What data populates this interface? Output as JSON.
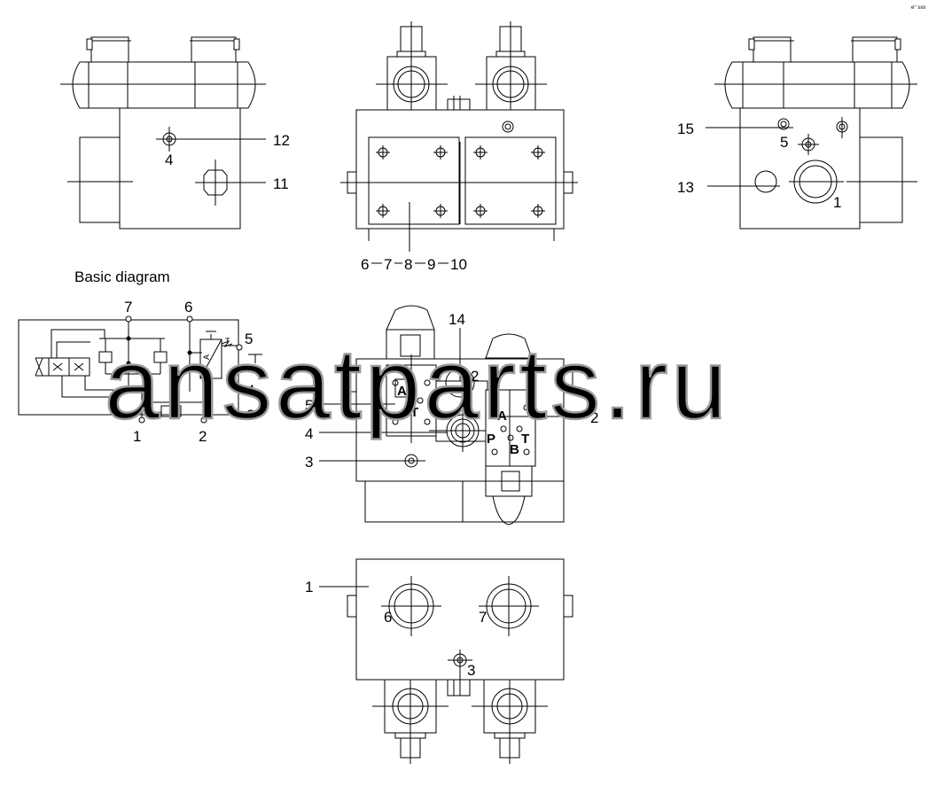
{
  "diagram": {
    "heading": "Basic diagram",
    "watermark": "ansatparts.ru",
    "corner_mark": "e° sxx",
    "views": {
      "top_left": {
        "labels": [
          "12",
          "4",
          "11"
        ]
      },
      "top_center": {
        "labels": [
          "6",
          "7",
          "8",
          "9",
          "10"
        ]
      },
      "top_right": {
        "labels": [
          "15",
          "5",
          "13",
          "1"
        ]
      },
      "schematic": {
        "labels": [
          "7",
          "6",
          "5",
          "4",
          "3",
          "1",
          "2"
        ],
        "valve_port_A": "A",
        "valve_port_T": "T"
      },
      "center_front": {
        "labels": [
          "14",
          "2",
          "5",
          "4",
          "3",
          "2"
        ],
        "left_valve_ports": [
          "A",
          "T"
        ],
        "right_valve_ports": [
          "A",
          "P",
          "B",
          "T"
        ]
      },
      "bottom": {
        "labels": [
          "1",
          "6",
          "7",
          "3"
        ]
      }
    }
  }
}
